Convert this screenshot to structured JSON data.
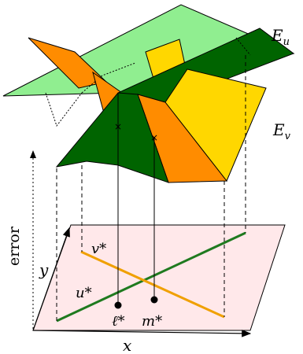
{
  "labels": {
    "e_u": "E",
    "e_u_sub": "u",
    "e_v": "E",
    "e_v_sub": "v",
    "error_axis": "error",
    "x_axis": "x",
    "y_axis": "y",
    "v_star": "v*",
    "u_star": "u*",
    "l_star": "ℓ*",
    "m_star": "m*"
  },
  "colors": {
    "eu_light": "#90ee90",
    "eu_dark": "#006400",
    "ev_orange": "#ff8c00",
    "ev_gold": "#ffd700",
    "plane_fill": "#ffe8ea",
    "u_line": "#1f7a1f",
    "v_line": "#f0a000"
  }
}
